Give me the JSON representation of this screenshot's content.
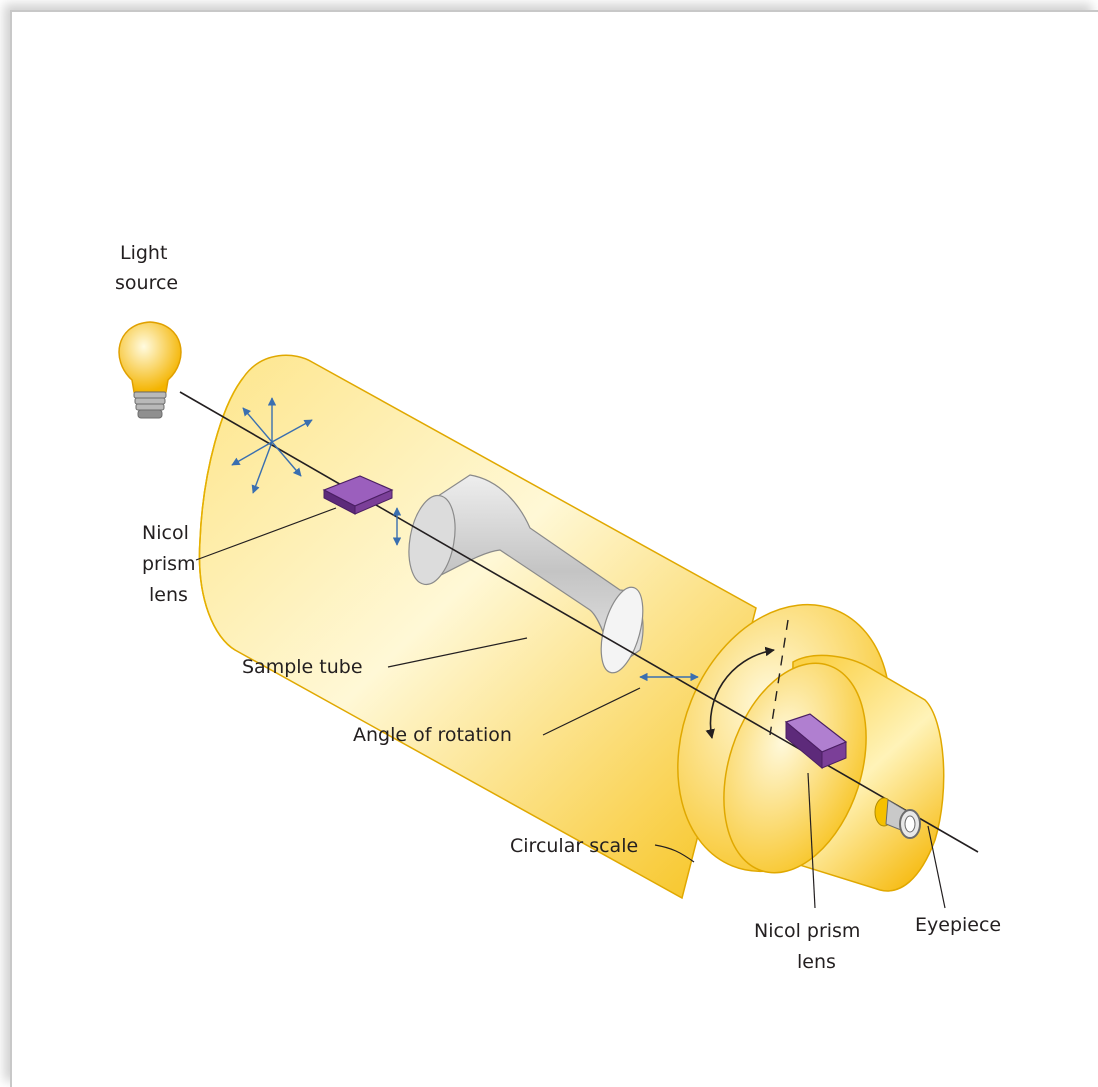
{
  "labels": {
    "light_source_1": "Light",
    "light_source_2": "source",
    "nicol1_1": "Nicol",
    "nicol1_2": "prism",
    "nicol1_3": "lens",
    "sample_tube": "Sample tube",
    "angle": "Angle of rotation",
    "scale": "Circular scale",
    "nicol2_1": "Nicol prism",
    "nicol2_2": "lens",
    "eyepiece": "Eyepiece"
  },
  "colors": {
    "tube_light": "#fff6c8",
    "tube_dark": "#f5b800",
    "prism": "#7b3f98",
    "arrow": "#3a6fb0",
    "line": "#231f20"
  }
}
